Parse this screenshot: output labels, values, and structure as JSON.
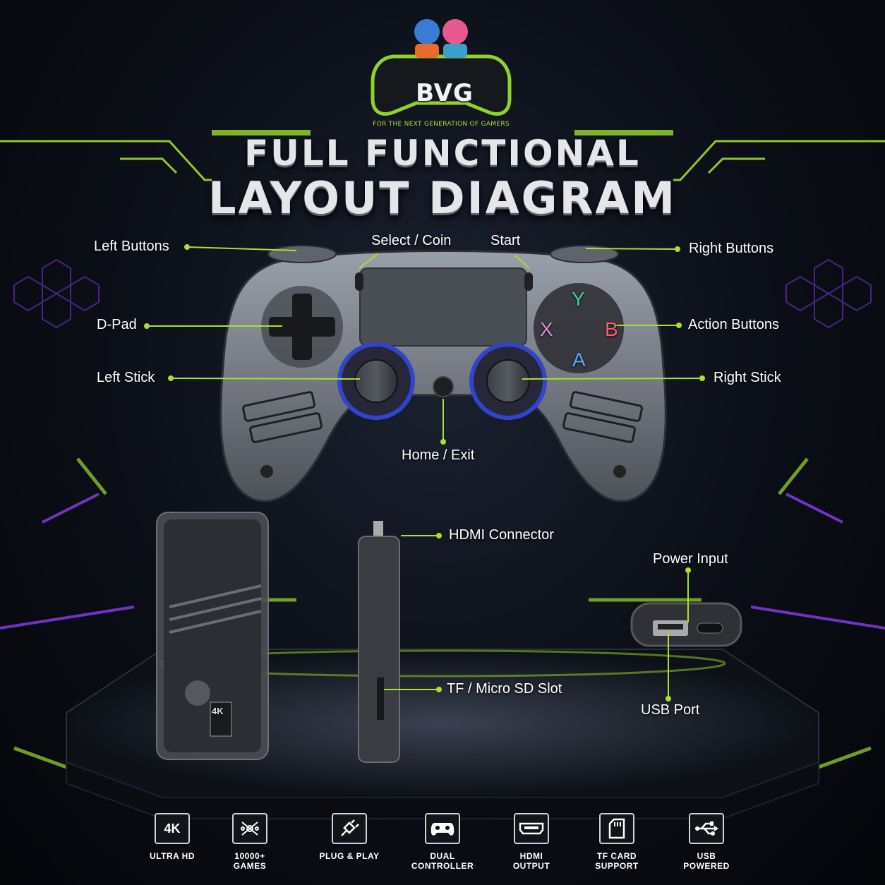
{
  "brand": {
    "logo_text": "BVG",
    "tagline": "FOR THE NEXT GENERATION OF GAMERS"
  },
  "title": {
    "line1": "FULL FUNCTIONAL",
    "line2": "LAYOUT DIAGRAM"
  },
  "controller_labels": {
    "left_buttons": "Left Buttons",
    "select_coin": "Select / Coin",
    "start": "Start",
    "right_buttons": "Right Buttons",
    "dpad": "D-Pad",
    "action_buttons": "Action Buttons",
    "left_stick": "Left Stick",
    "right_stick": "Right Stick",
    "home_exit": "Home / Exit"
  },
  "face_buttons": {
    "y": "Y",
    "x": "X",
    "b": "B",
    "a": "A"
  },
  "stick_labels": {
    "hdmi_connector": "HDMI Connector",
    "tf_slot": "TF / Micro SD Slot",
    "power_input": "Power Input",
    "usb_port": "USB Port",
    "device_badge": "4K"
  },
  "features": [
    {
      "icon": "4k-icon",
      "icon_text": "4K",
      "line1": "ULTRA HD",
      "line2": ""
    },
    {
      "icon": "games-icon",
      "icon_text": "",
      "line1": "10000+",
      "line2": "GAMES"
    },
    {
      "icon": "plug-icon",
      "icon_text": "",
      "line1": "PLUG & PLAY",
      "line2": ""
    },
    {
      "icon": "gamepad-icon",
      "icon_text": "",
      "line1": "DUAL",
      "line2": "CONTROLLER"
    },
    {
      "icon": "hdmi-icon",
      "icon_text": "",
      "line1": "HDMI",
      "line2": "OUTPUT"
    },
    {
      "icon": "sd-card-icon",
      "icon_text": "",
      "line1": "TF CARD",
      "line2": "SUPPORT"
    },
    {
      "icon": "usb-icon",
      "icon_text": "",
      "line1": "USB",
      "line2": "POWERED"
    }
  ],
  "colors": {
    "accent": "#a6e22e",
    "purple": "#8a3df0",
    "button_y": "#3fcf9a",
    "button_x": "#e08ad8",
    "button_b": "#ff5a78",
    "button_a": "#5aa8ff"
  }
}
